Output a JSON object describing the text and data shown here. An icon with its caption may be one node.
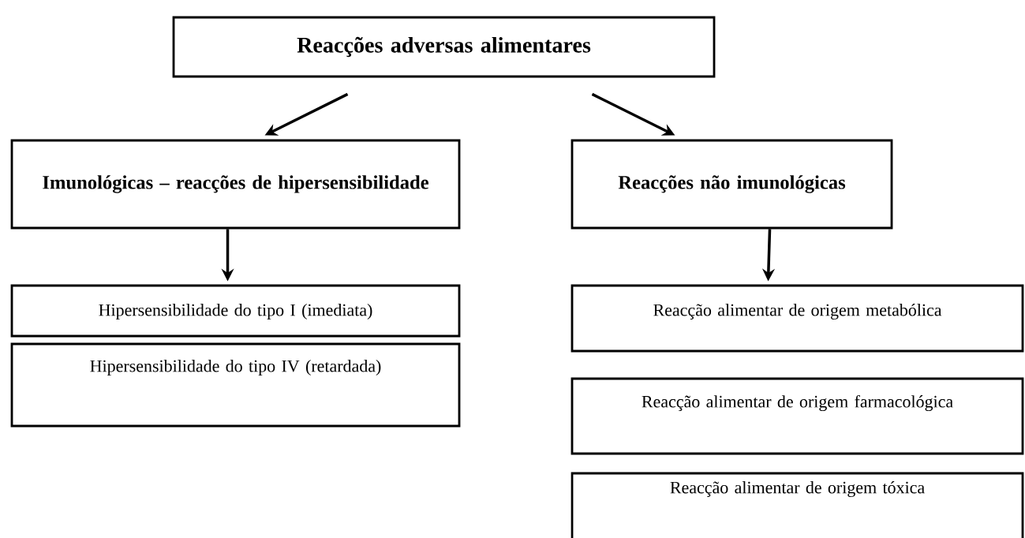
{
  "diagram": {
    "nodes": [
      {
        "text": [
          "Reacções adversas alimentares"
        ]
      },
      {
        "text": [
          "Imunológicas – reacções de hipersensibilidade"
        ]
      },
      {
        "text": [
          "Reacções não imunológicas"
        ]
      },
      {
        "text": [
          "Hipersensibilidade do tipo I (imediata)"
        ]
      },
      {
        "text": [
          "Hipersensibilidade do tipo IV (retardada)"
        ]
      },
      {
        "text": [
          "Reacção alimentar de origem metabólica"
        ]
      },
      {
        "text": [
          "Reacção alimentar de origem farmacológica"
        ]
      },
      {
        "text": [
          "Reacção alimentar de origem tóxica"
        ]
      }
    ],
    "edges": [
      {
        "from": 0,
        "to": 1,
        "arrow": "to"
      },
      {
        "from": 0,
        "to": 2,
        "arrow": "to"
      },
      {
        "from": 1,
        "to": 3,
        "arrow": "to"
      },
      {
        "from": 2,
        "to": 5,
        "arrow": "to"
      }
    ]
  }
}
